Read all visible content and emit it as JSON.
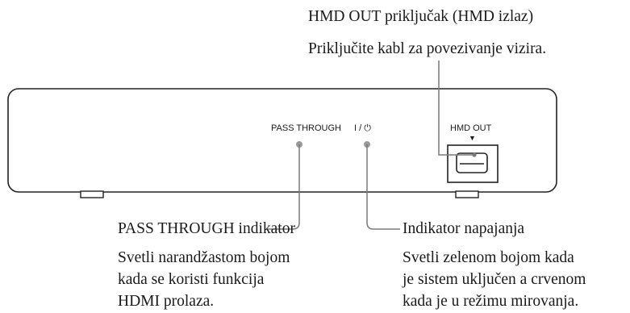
{
  "device": {
    "pass_through_label": "PASS THROUGH",
    "power_label": "I / ⏻",
    "hmd_out_label": "HMD OUT",
    "hmd_arrow": "▼"
  },
  "callouts": {
    "hmd_out": {
      "title": "HMD OUT priključak (HMD izlaz)",
      "description": "Priključite kabl za povezivanje vizira."
    },
    "pass_through": {
      "title": "PASS THROUGH indikator",
      "description_lines": [
        "Svetli narandžastom bojom",
        "kada se koristi funkcija",
        "HDMI prolaza."
      ]
    },
    "power": {
      "title": "Indikator napajanja",
      "description_lines": [
        "Svetli zelenom bojom kada",
        "je sistem uključen a crvenom",
        "kada je u režimu mirovanja."
      ]
    }
  }
}
